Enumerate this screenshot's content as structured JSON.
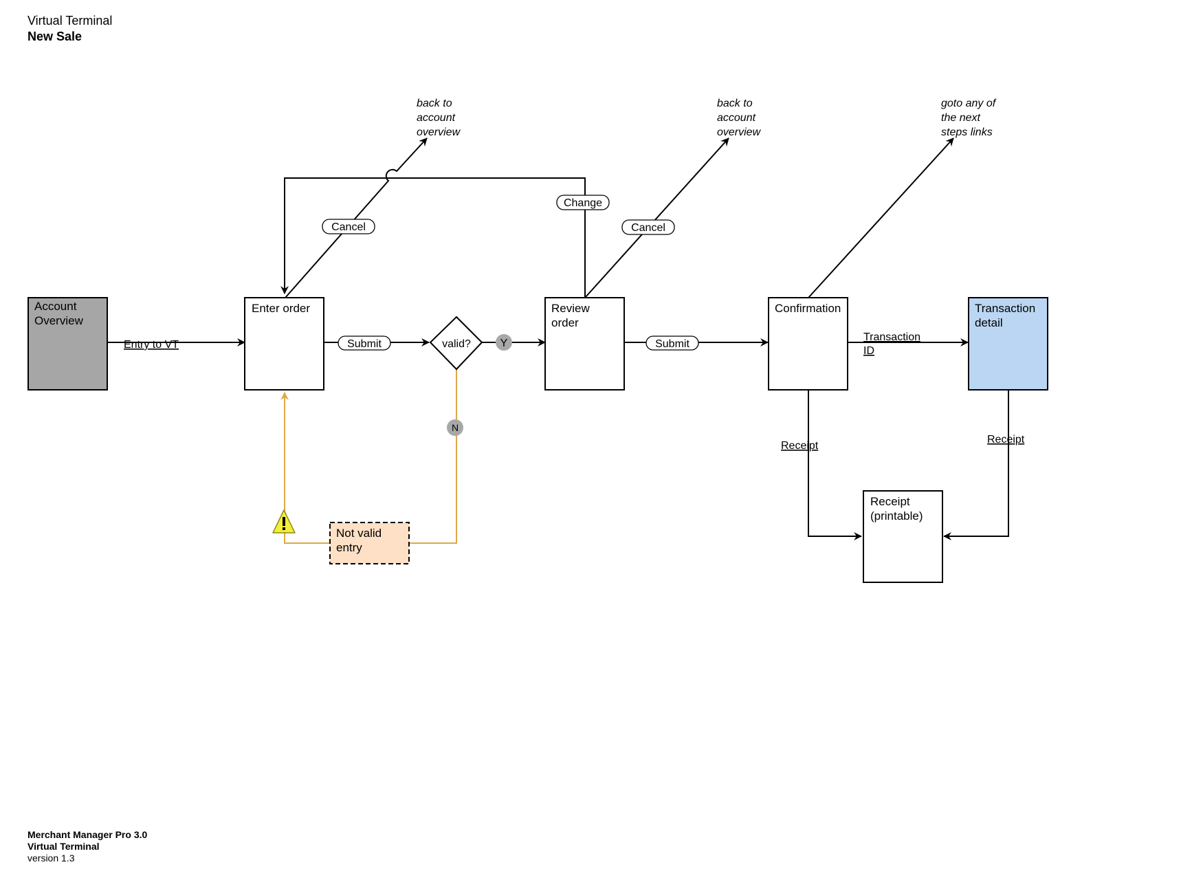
{
  "header": {
    "app_title": "Virtual Terminal",
    "page_title": "New Sale"
  },
  "nodes": {
    "account_overview": {
      "line1": "Account",
      "line2": "Overview",
      "fill": "#a6a6a6"
    },
    "enter_order": {
      "line1": "Enter order"
    },
    "valid": {
      "label": "valid?"
    },
    "review_order": {
      "line1": "Review",
      "line2": "order"
    },
    "confirmation": {
      "line1": "Confirmation"
    },
    "transaction_detail": {
      "line1": "Transaction",
      "line2": "detail",
      "fill": "#bad6f3"
    },
    "receipt_printable": {
      "line1": "Receipt",
      "line2": "(printable)"
    },
    "not_valid_entry": {
      "line1": "Not valid",
      "line2": "entry",
      "fill": "#fde0c5"
    }
  },
  "edge_labels": {
    "entry_to_vt": "Entry to VT",
    "submit_1": "Submit",
    "submit_2": "Submit",
    "cancel_1": "Cancel",
    "cancel_2": "Cancel",
    "change": "Change",
    "yes": "Y",
    "no": "N",
    "transaction_id_1": "Transaction",
    "transaction_id_2": "ID",
    "receipt_1": "Receipt",
    "receipt_2": "Receipt"
  },
  "notes": {
    "back_1": [
      "back to",
      "account",
      "overview"
    ],
    "back_2": [
      "back to",
      "account",
      "overview"
    ],
    "goto": [
      "goto any of",
      "the next",
      "steps links"
    ]
  },
  "colors": {
    "error_path": "#e0a848",
    "badge": "#a8a8a8",
    "warning": "#f2ee3a"
  },
  "icons": {
    "warning": "warning-icon"
  },
  "footer": {
    "product": "Merchant Manager Pro 3.0",
    "module": "Virtual Terminal",
    "version": "version 1.3"
  }
}
